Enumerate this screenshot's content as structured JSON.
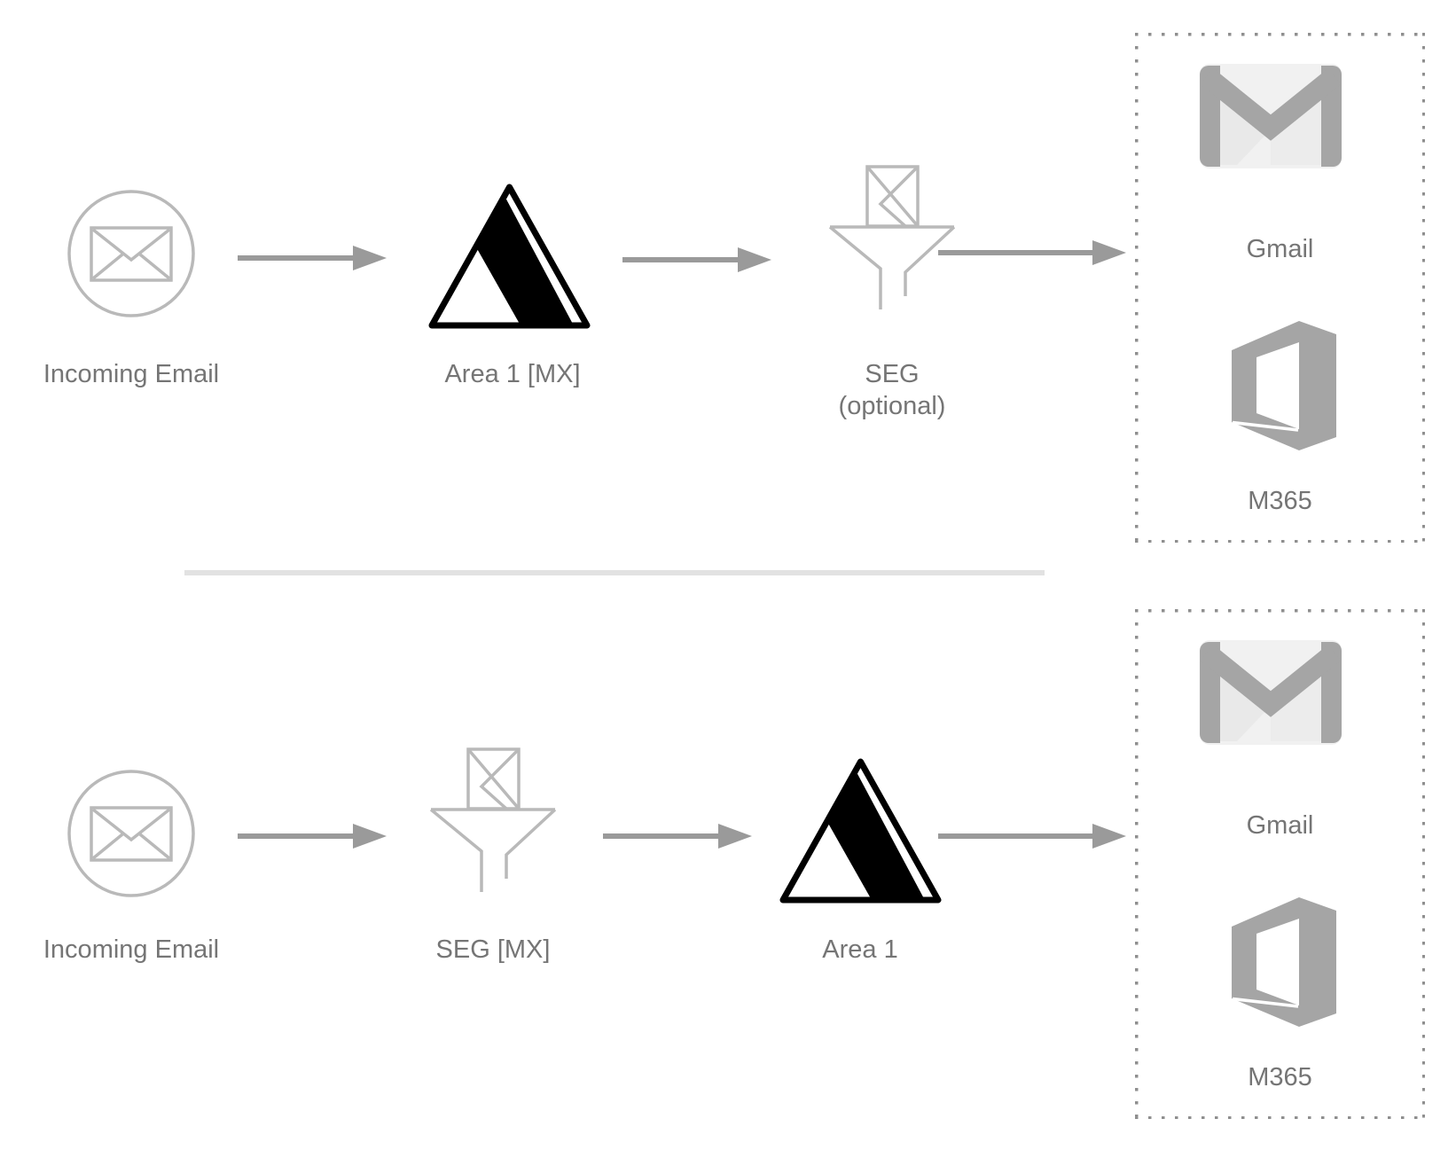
{
  "rows": [
    {
      "name": "mx-at-area1-flow",
      "nodes": [
        {
          "icon": "incoming-email-icon",
          "label": "Incoming Email"
        },
        {
          "icon": "area1-logo",
          "label": "Area 1 [MX]"
        },
        {
          "icon": "seg-funnel-icon",
          "label": "SEG",
          "sublabel": "(optional)"
        }
      ],
      "destinations": {
        "items": [
          {
            "icon": "gmail-icon",
            "label": "Gmail"
          },
          {
            "icon": "m365-icon",
            "label": "M365"
          }
        ]
      }
    },
    {
      "name": "mx-at-seg-flow",
      "nodes": [
        {
          "icon": "incoming-email-icon",
          "label": "Incoming Email"
        },
        {
          "icon": "seg-funnel-icon",
          "label": "SEG [MX]"
        },
        {
          "icon": "area1-logo",
          "label": "Area 1"
        }
      ],
      "destinations": {
        "items": [
          {
            "icon": "gmail-icon",
            "label": "Gmail"
          },
          {
            "icon": "m365-icon",
            "label": "M365"
          }
        ]
      }
    }
  ],
  "colors": {
    "arrow_gray": "#9a9a9a",
    "outline_icon_gray": "#b9b9b9",
    "logo_gray": "#a5a5a5",
    "text_gray": "#757575",
    "divider_gray": "#e2e2e2",
    "dotted_border_gray": "#8f8f8f",
    "area1_logo_black": "#000000"
  }
}
